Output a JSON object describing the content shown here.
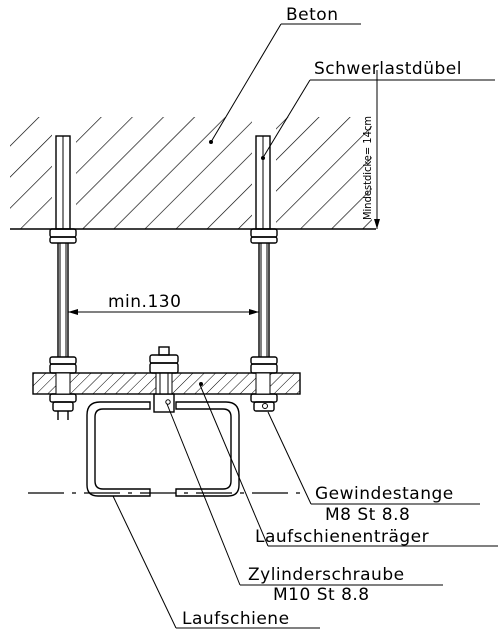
{
  "labels": {
    "beton": "Beton",
    "schwerlastduebel": "Schwerlastdübel",
    "mindestdicke": "Mindestdicke= 14cm",
    "min_distance": "min.130",
    "gewindestange": "Gewindestange",
    "gewindestange_spec": "M8  St  8.8",
    "laufschienentraeger": "Laufschienenträger",
    "zylinderschraube": "Zylinderschraube",
    "zylinderschraube_spec": "M10  St  8.8",
    "laufschiene": "Laufschiene"
  }
}
